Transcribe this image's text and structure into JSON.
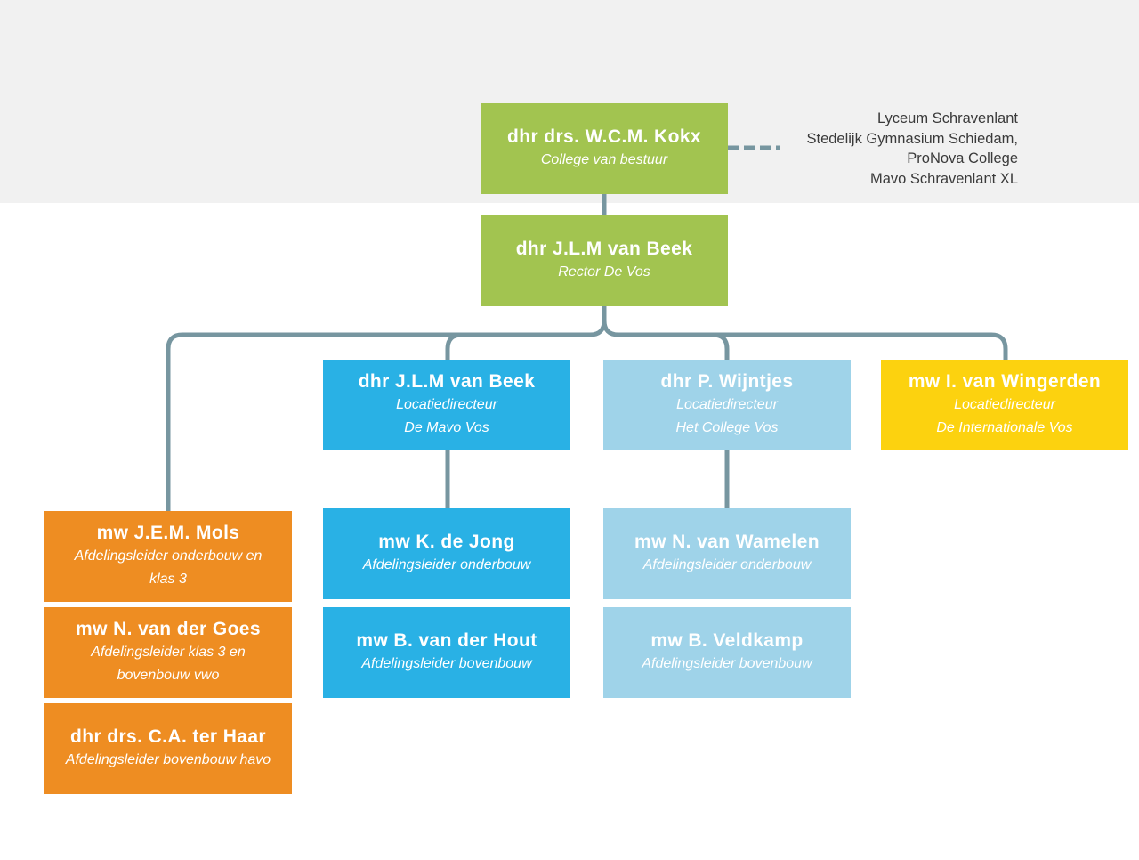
{
  "colors": {
    "top_band": "#f1f1f1",
    "board": "#a2c450",
    "mavo": "#29b1e5",
    "college": "#9fd3e9",
    "international": "#fcd20f",
    "lower": "#ee8d22",
    "connector": "#7796a0"
  },
  "board": {
    "name": "dhr drs. W.C.M. Kokx",
    "role": "College van bestuur"
  },
  "schools": [
    "Lyceum Schravenlant",
    "Stedelijk Gymnasium Schiedam,",
    "ProNova College",
    "Mavo Schravenlant XL"
  ],
  "rector": {
    "name": "dhr J.L.M van Beek",
    "role": "Rector De Vos"
  },
  "mavo": {
    "director": {
      "name": "dhr J.L.M van Beek",
      "role": "Locatiedirecteur",
      "location": "De Mavo Vos"
    },
    "leaders": [
      {
        "name": "mw K. de Jong",
        "role": "Afdelingsleider onderbouw"
      },
      {
        "name": "mw B. van der Hout",
        "role": "Afdelingsleider bovenbouw"
      }
    ]
  },
  "college": {
    "director": {
      "name": "dhr P. Wijntjes",
      "role": "Locatiedirecteur",
      "location": "Het College Vos"
    },
    "leaders": [
      {
        "name": "mw N. van Wamelen",
        "role": "Afdelingsleider onderbouw"
      },
      {
        "name": "mw B. Veldkamp",
        "role": "Afdelingsleider bovenbouw"
      }
    ]
  },
  "international": {
    "director": {
      "name": "mw I. van Wingerden",
      "role": "Locatiedirecteur",
      "location": "De Internationale Vos"
    }
  },
  "lower_school": [
    {
      "name": "mw J.E.M. Mols",
      "role_line1": "Afdelingsleider onderbouw en",
      "role_line2": "klas 3"
    },
    {
      "name": "mw N. van der Goes",
      "role_line1": "Afdelingsleider klas 3 en",
      "role_line2": "bovenbouw vwo"
    },
    {
      "name": "dhr drs. C.A. ter Haar",
      "role_line1": "Afdelingsleider bovenbouw havo"
    }
  ]
}
